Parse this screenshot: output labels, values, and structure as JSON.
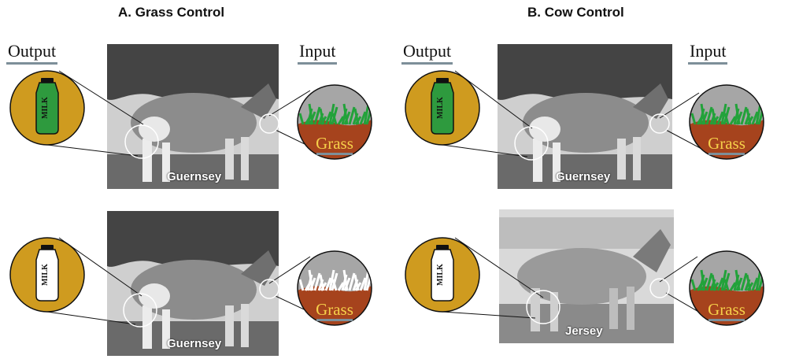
{
  "panels": [
    {
      "title": "A. Grass Control",
      "output_label": "Output",
      "input_label": "Input",
      "rows": [
        {
          "cow_name": "Guernsey",
          "milk_label": "MILK",
          "milk_color": "#2e9a3e",
          "grass_label": "Grass",
          "grass_color": "#22a23a"
        },
        {
          "cow_name": "Guernsey",
          "milk_label": "MILK",
          "milk_color": "#ffffff",
          "grass_label": "Grass",
          "grass_color": "#ffffff"
        }
      ]
    },
    {
      "title": "B. Cow Control",
      "output_label": "Output",
      "input_label": "Input",
      "rows": [
        {
          "cow_name": "Guernsey",
          "milk_label": "MILK",
          "milk_color": "#2e9a3e",
          "grass_label": "Grass",
          "grass_color": "#22a23a"
        },
        {
          "cow_name": "Jersey",
          "milk_label": "MILK",
          "milk_color": "#ffffff",
          "grass_label": "Grass",
          "grass_color": "#22a23a"
        }
      ]
    }
  ],
  "colors": {
    "output_circle": "#cf9b1f",
    "soil": "#a6431d",
    "sky": "#a6a6a6",
    "grass_text": "#f6d04a",
    "underline": "#7d8f99"
  }
}
